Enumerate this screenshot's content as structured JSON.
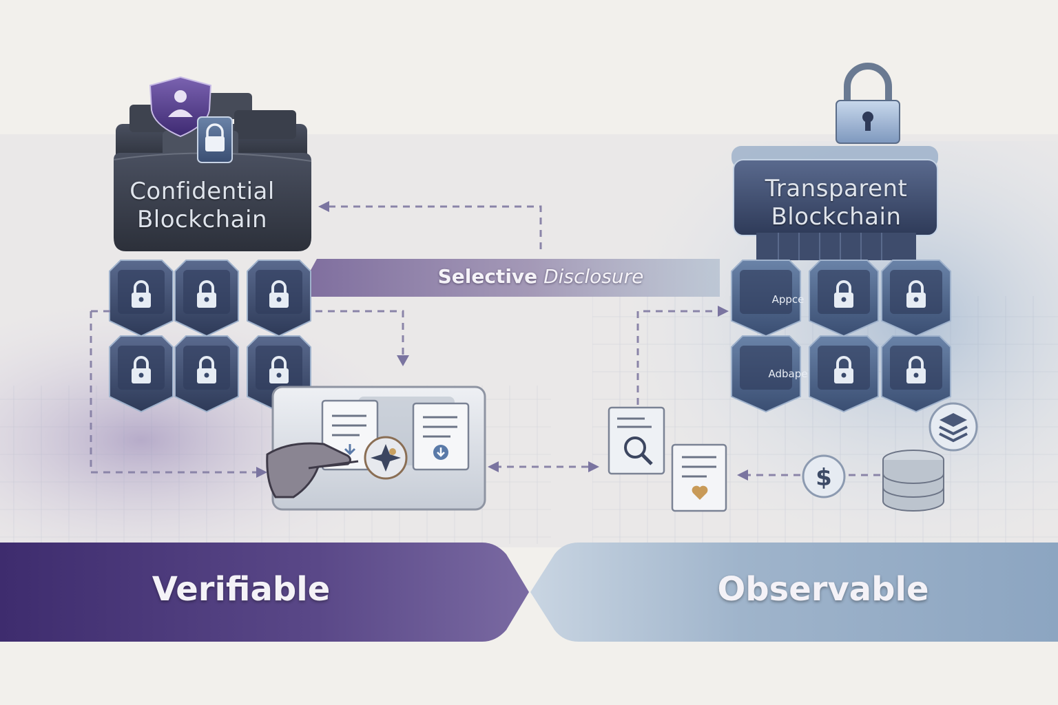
{
  "left_block": {
    "title_line1": "Confidential",
    "title_line2": "Blockchain"
  },
  "right_block": {
    "title_line1": "Transparent",
    "title_line2": "Blockchain"
  },
  "bridge": {
    "label_bold": "Selective",
    "label_italic": "Disclosure"
  },
  "left_band": {
    "label": "Verifiable"
  },
  "right_band": {
    "label": "Observable"
  },
  "right_cubes": {
    "row1_text": "Appce",
    "row2_text": "Adbape"
  },
  "icons": {
    "shield": "shield-user-icon",
    "padlock": "padlock-icon",
    "magnifier": "magnifier-document-icon",
    "dollar": "dollar-coin-icon",
    "database": "database-stack-icon",
    "heart": "heart-document-icon",
    "hand": "pointing-hand-icon"
  },
  "colors": {
    "confidential_accent": "#5a4a8c",
    "transparent_accent": "#8aa4c2",
    "cube_dark": "#3c4a6a",
    "band_purple": "#4b3a7c",
    "band_blue": "#a8bbd0"
  }
}
